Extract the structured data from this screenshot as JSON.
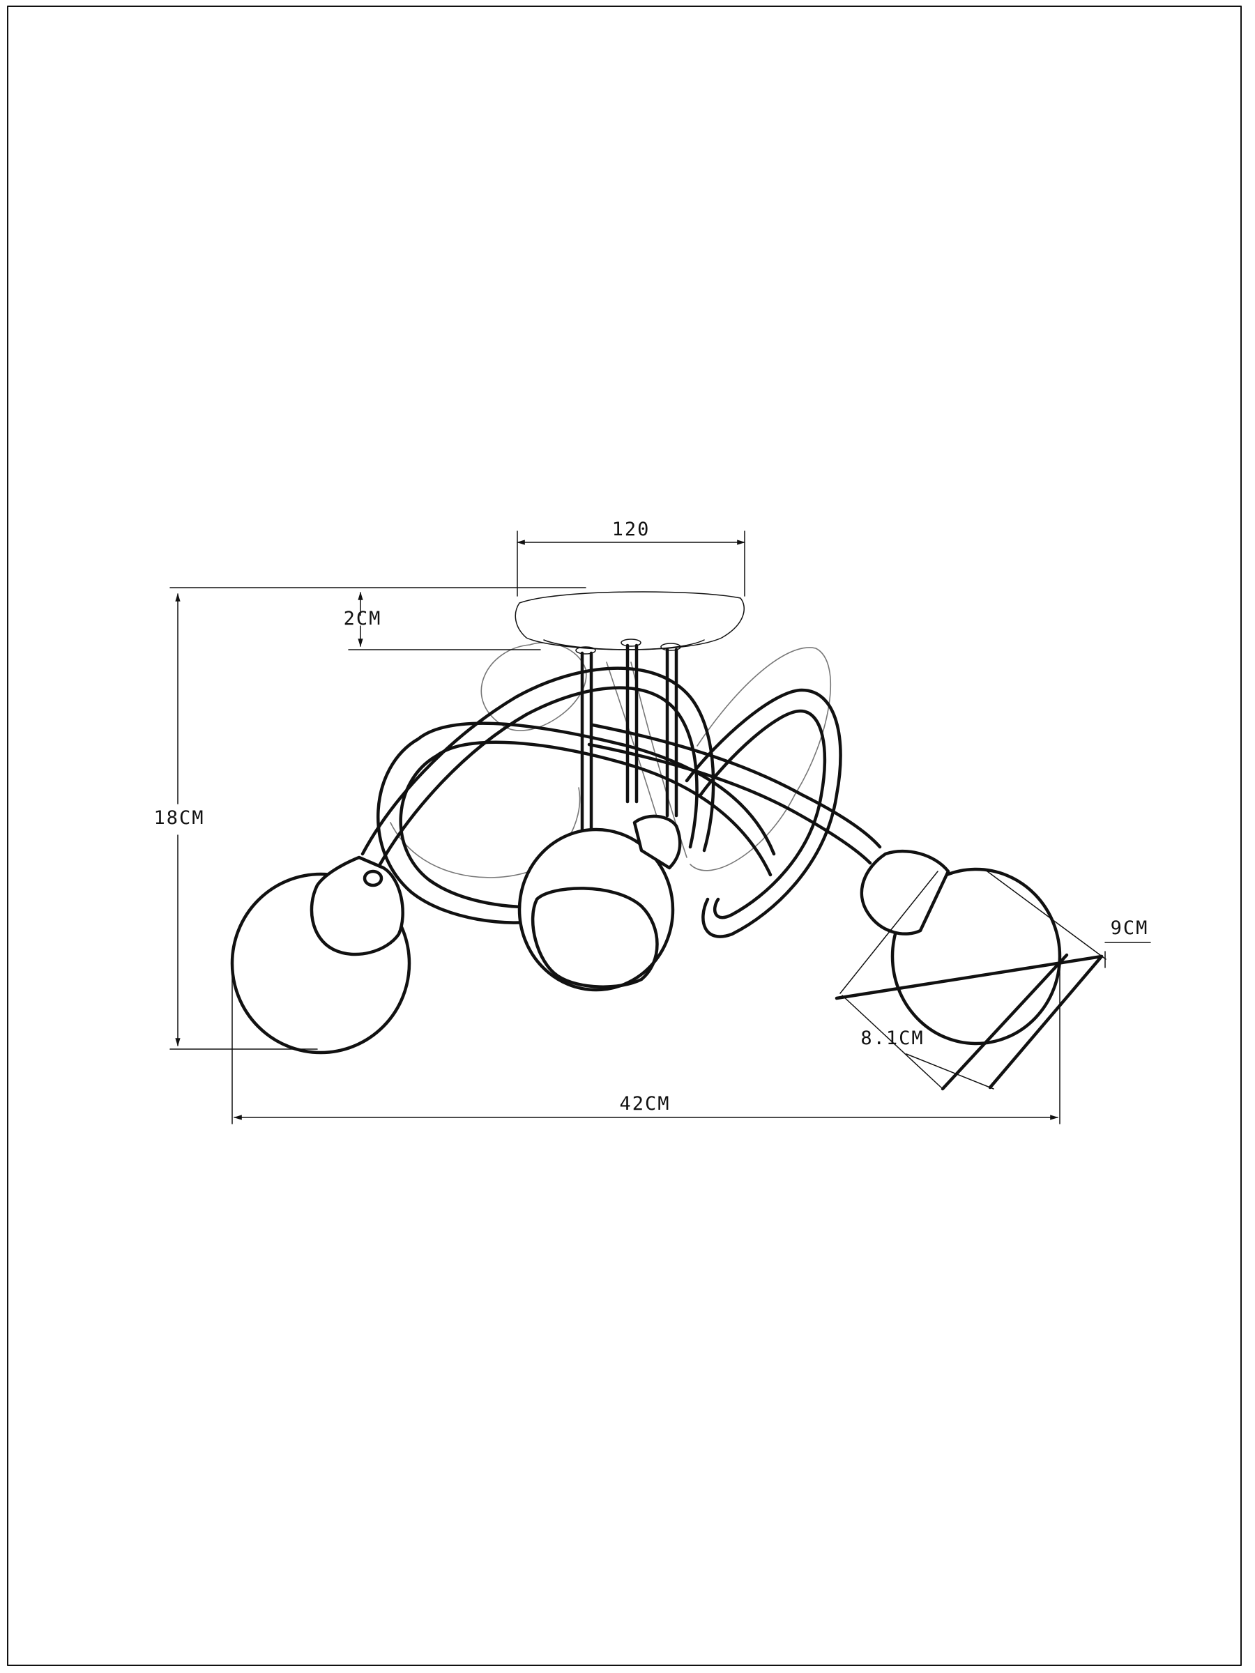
{
  "dimensions": {
    "canopy_width": "120",
    "canopy_height": "2CM",
    "total_height": "18CM",
    "shade_outer": "9CM",
    "shade_inner": "8.1CM",
    "total_width": "42CM"
  },
  "colors": {
    "line": "#111111",
    "faint_line": "#777777",
    "background": "#ffffff"
  }
}
